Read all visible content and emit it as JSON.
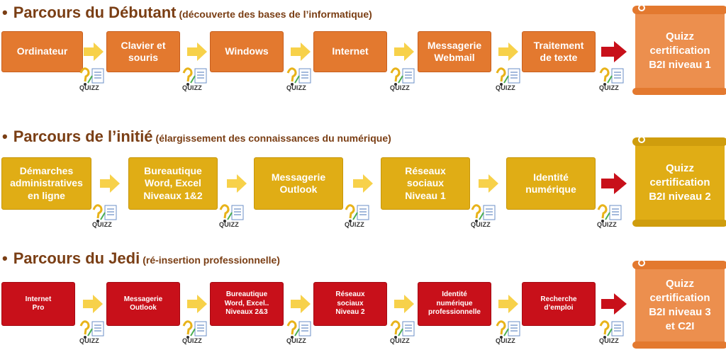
{
  "quizz_label": "QUIZZ",
  "colors": {
    "accent_arrow": "#f7d14a",
    "final_arrow": "#c8101a",
    "heading": "#7a3e14"
  },
  "tracks": [
    {
      "id": "debutant",
      "bullet": "•",
      "title": "Parcours du Débutant",
      "subtitle": "(découverte des bases de l’informatique)",
      "color": "#e3792f",
      "steps": [
        {
          "label": "Ordinateur"
        },
        {
          "label": "Clavier et\nsouris"
        },
        {
          "label": "Windows"
        },
        {
          "label": "Internet"
        },
        {
          "label": "Messagerie\nWebmail"
        },
        {
          "label": "Traitement\nde texte"
        }
      ],
      "certification": "Quizz\ncertification\nB2I niveau 1"
    },
    {
      "id": "initie",
      "bullet": "•",
      "title": "Parcours de l’initié",
      "subtitle": "(élargissement des connaissances du numérique)",
      "color": "#e0ad15",
      "steps": [
        {
          "label": "Démarches\nadministratives\nen ligne"
        },
        {
          "label": "Bureautique\nWord, Excel\nNiveaux 1&2"
        },
        {
          "label": "Messagerie\nOutlook"
        },
        {
          "label": "Réseaux\nsociaux\nNiveau 1"
        },
        {
          "label": "Identité\nnumérique"
        }
      ],
      "certification": "Quizz\ncertification\nB2I niveau 2"
    },
    {
      "id": "jedi",
      "bullet": "•",
      "title": "Parcours du Jedi",
      "subtitle": "(ré-insertion professionnelle)",
      "color": "#c8101a",
      "steps": [
        {
          "label": "Internet\nPro"
        },
        {
          "label": "Messagerie\nOutlook"
        },
        {
          "label": "Bureautique\nWord, Excel..\nNiveaux 2&3"
        },
        {
          "label": "Réseaux\nsociaux\nNiveau 2"
        },
        {
          "label": "Identité\nnumérique\nprofessionnelle"
        },
        {
          "label": "Recherche\nd’emploi"
        }
      ],
      "certification": "Quizz\ncertification\nB2I niveau 3\net C2I"
    }
  ]
}
